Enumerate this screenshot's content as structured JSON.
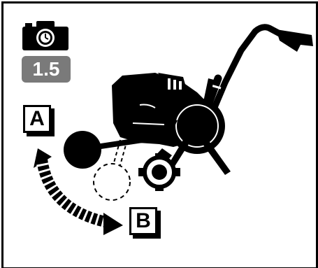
{
  "reference": {
    "value": "1.5",
    "icon": "camera-icon"
  },
  "positions": {
    "a_label": "A",
    "b_label": "B"
  },
  "colors": {
    "ink": "#000000",
    "badge": "#7a7a7a",
    "paper": "#ffffff"
  }
}
